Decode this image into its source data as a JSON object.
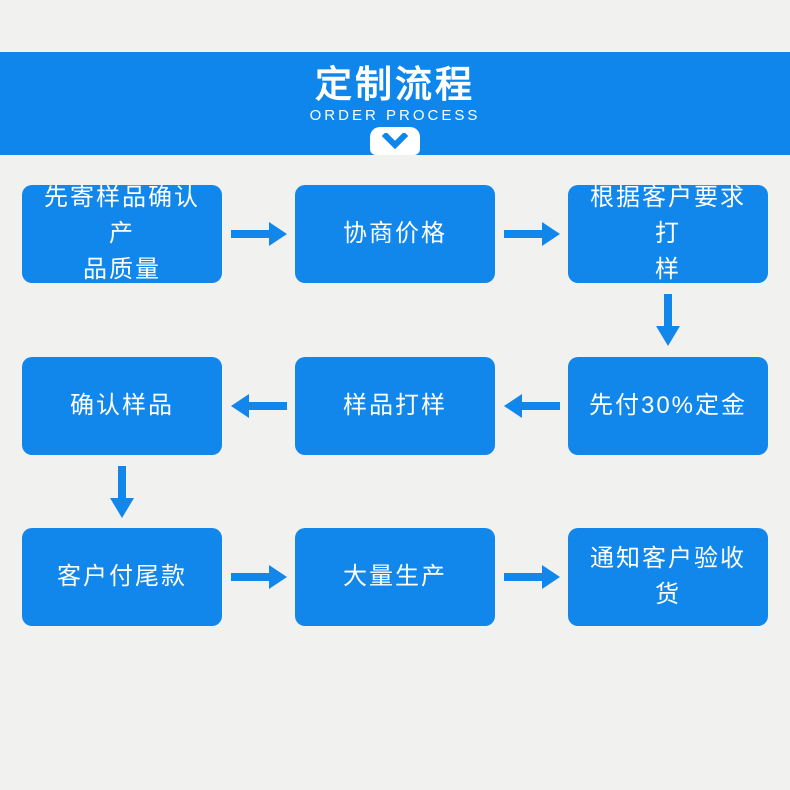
{
  "header": {
    "title": "定制流程",
    "subtitle": "ORDER PROCESS",
    "chevron_icon": "chevron-down"
  },
  "boxes": [
    {
      "label": "先寄样品确认产\n品质量"
    },
    {
      "label": "协商价格"
    },
    {
      "label": "根据客户要求打\n样"
    },
    {
      "label": "确认样品"
    },
    {
      "label": "样品打样"
    },
    {
      "label": "先付30%定金"
    },
    {
      "label": "客户付尾款"
    },
    {
      "label": "大量生产"
    },
    {
      "label": "通知客户验收货"
    }
  ],
  "arrows": [
    {
      "from": "先寄样品确认产品质量",
      "to": "协商价格",
      "direction": "right"
    },
    {
      "from": "协商价格",
      "to": "根据客户要求打样",
      "direction": "right"
    },
    {
      "from": "根据客户要求打样",
      "to": "先付30%定金",
      "direction": "down"
    },
    {
      "from": "先付30%定金",
      "to": "样品打样",
      "direction": "left"
    },
    {
      "from": "样品打样",
      "to": "确认样品",
      "direction": "left"
    },
    {
      "from": "确认样品",
      "to": "客户付尾款",
      "direction": "down"
    },
    {
      "from": "客户付尾款",
      "to": "大量生产",
      "direction": "right"
    },
    {
      "from": "大量生产",
      "to": "通知客户验收货",
      "direction": "right"
    }
  ],
  "colors": {
    "banner_blue": "#0e86ec",
    "box_blue": "#1287eb",
    "arrow_blue": "#1287eb",
    "background_gray": "#f1f1f0",
    "text_white": "#ffffff"
  }
}
